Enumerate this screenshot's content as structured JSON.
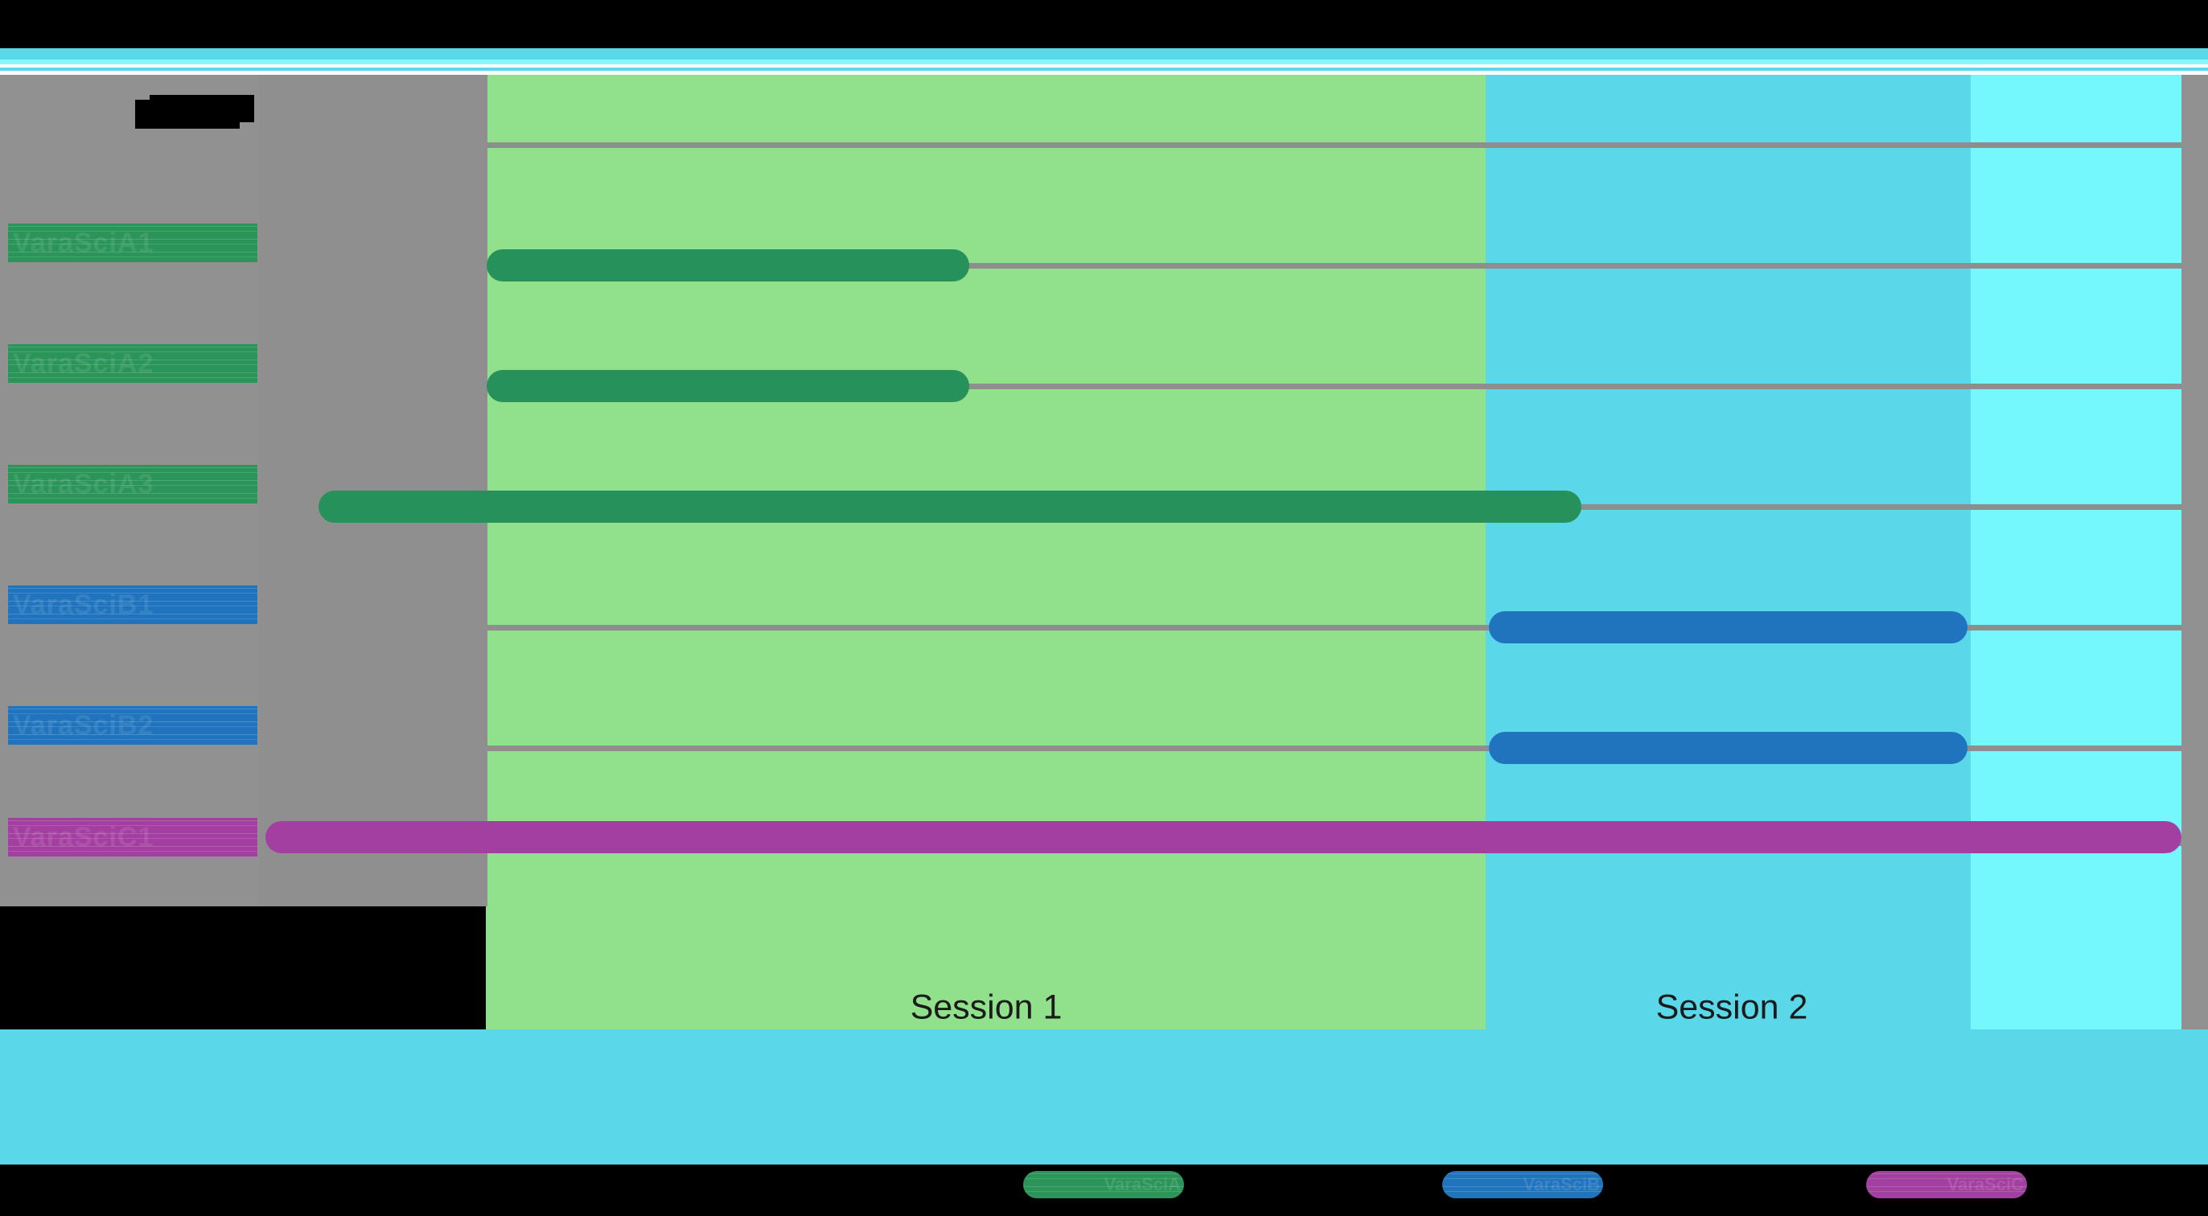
{
  "chart_data": {
    "type": "bar",
    "title": "",
    "title_redacted": true,
    "xlabel": "",
    "ylabel": "",
    "orientation": "horizontal",
    "style": "gantt-timeline",
    "grid": true,
    "legend_position": "bottom",
    "categories": [
      "VaraSciA1",
      "VaraSciA2",
      "VaraSciA3",
      "VaraSciB1",
      "VaraSciB2",
      "VaraSciC1"
    ],
    "bars": [
      {
        "category": "VaraSciA1",
        "group": "A",
        "color": "#26915a",
        "start": 0.0,
        "end": 12.6,
        "row": 0
      },
      {
        "category": "VaraSciA2",
        "group": "A",
        "color": "#26915a",
        "start": 0.0,
        "end": 12.6,
        "row": 1
      },
      {
        "category": "VaraSciA3",
        "group": "A",
        "color": "#26915a",
        "start": -2.6,
        "end": 33.3,
        "row": 2
      },
      {
        "category": "VaraSciB1",
        "group": "B",
        "color": "#1f74bd",
        "start": 28.6,
        "end": 42.2,
        "row": 3
      },
      {
        "category": "VaraSciB2",
        "group": "B",
        "color": "#1f74bd",
        "start": 28.6,
        "end": 42.2,
        "row": 4
      },
      {
        "category": "VaraSciC1",
        "group": "C",
        "color": "#a33fa0",
        "start": -3.7,
        "end": 50.0,
        "row": 5
      }
    ],
    "bands": [
      {
        "label": "Session 1",
        "start": 6.5,
        "end": 34.8,
        "color": "#90e08c"
      },
      {
        "label": "Session 2",
        "start": 34.8,
        "end": 48.5,
        "color": "#5ad7e8"
      },
      {
        "label": "",
        "start": 48.5,
        "end": 54.5,
        "color": "#74f7fd"
      }
    ],
    "series": [
      {
        "name": "VaraSciA",
        "color": "#2a9459",
        "label_redacted": true
      },
      {
        "name": "VaraSciB",
        "color": "#1f74bd",
        "label_redacted": true
      },
      {
        "name": "VaraSciC",
        "color": "#a33fa0",
        "label_redacted": true
      }
    ],
    "xlim": [
      -4.5,
      54.5
    ],
    "ylim": [
      0,
      6
    ]
  },
  "bands": [
    {
      "label": "Session 1"
    },
    {
      "label": "Session 2"
    },
    {
      "label": ""
    }
  ],
  "row_labels": [
    {
      "text": "VaraSciA1",
      "color": "#2a9459",
      "cls": "g"
    },
    {
      "text": "VaraSciA2",
      "color": "#2a9459",
      "cls": "g"
    },
    {
      "text": "VaraSciA3",
      "color": "#2a9459",
      "cls": "g"
    },
    {
      "text": "VaraSciB1",
      "color": "#1f74bd",
      "cls": "b"
    },
    {
      "text": "VaraSciB2",
      "color": "#1f74bd",
      "cls": "b"
    },
    {
      "text": "VaraSciC1",
      "color": "#a33fa0",
      "cls": "m"
    }
  ],
  "legend": [
    {
      "label": "VaraSciA",
      "color": "#2a9459"
    },
    {
      "label": "VaraSciB",
      "color": "#1f74bd"
    },
    {
      "label": "VaraSciC",
      "color": "#a33fa0"
    }
  ],
  "colors": {
    "band_session1": "#90e08c",
    "band_session2": "#5ad7e8",
    "band_tail": "#74f7fd",
    "gutter": "#919191",
    "gridline": "#8e8e8e",
    "bar_green": "#26915a",
    "bar_blue": "#1f74bd",
    "bar_magenta": "#a33fa0",
    "background": "#000000"
  }
}
